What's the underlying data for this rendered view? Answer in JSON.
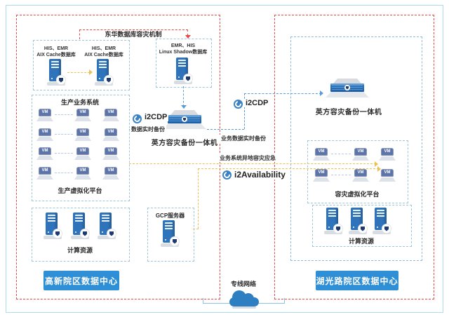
{
  "colors": {
    "dc_border_red": "#e84848",
    "inner_border_blue": "#9cc6dc",
    "accent_blue": "#2e8fd6",
    "connector_blue": "#5b9bd5",
    "connector_yellow": "#eec05a",
    "server_blue": "#2f74bb",
    "vm_blue": "#5d74a8",
    "cloud_blue": "#2e7fc1"
  },
  "top": {
    "donghua_mechanism": "东华数据库容灾机制"
  },
  "left_dc": {
    "name": "高新院区数据中心",
    "aix_db_group": {
      "server1": {
        "line1": "HIS、EMR",
        "line2": "AIX Cache数据库"
      },
      "server2": {
        "line1": "HIS、EMR",
        "line2": "AIX Cache数据库"
      }
    },
    "shadow_db_group": {
      "line1": "EMR、HIS",
      "line2": "Linux Shadow数据库"
    },
    "business_system_box": {
      "title": "生产业务系统",
      "platform_label": "生产虚拟化平台"
    },
    "compute_box": {
      "label": "计算资源"
    },
    "gcp_box": {
      "label": "GCP服务器"
    },
    "appliance_label": "英方容灾备份一体机",
    "i2cdp_label": "i2CDP",
    "i2cdp_sub": "数据实时备份"
  },
  "middle": {
    "i2cdp_label": "i2CDP",
    "business_backup": "业务数据实时备份",
    "business_dr": "业务系统异地容灾应急",
    "i2availability_label": "i2Availability",
    "network_label": "专线网络"
  },
  "right_dc": {
    "name": "湖光路院区数据中心",
    "appliance_label": "英方容灾备份一体机",
    "dr_platform_box": {
      "label": "容灾虚拟化平台"
    },
    "compute_box": {
      "label": "计算资源"
    }
  },
  "vm_label": "VM"
}
